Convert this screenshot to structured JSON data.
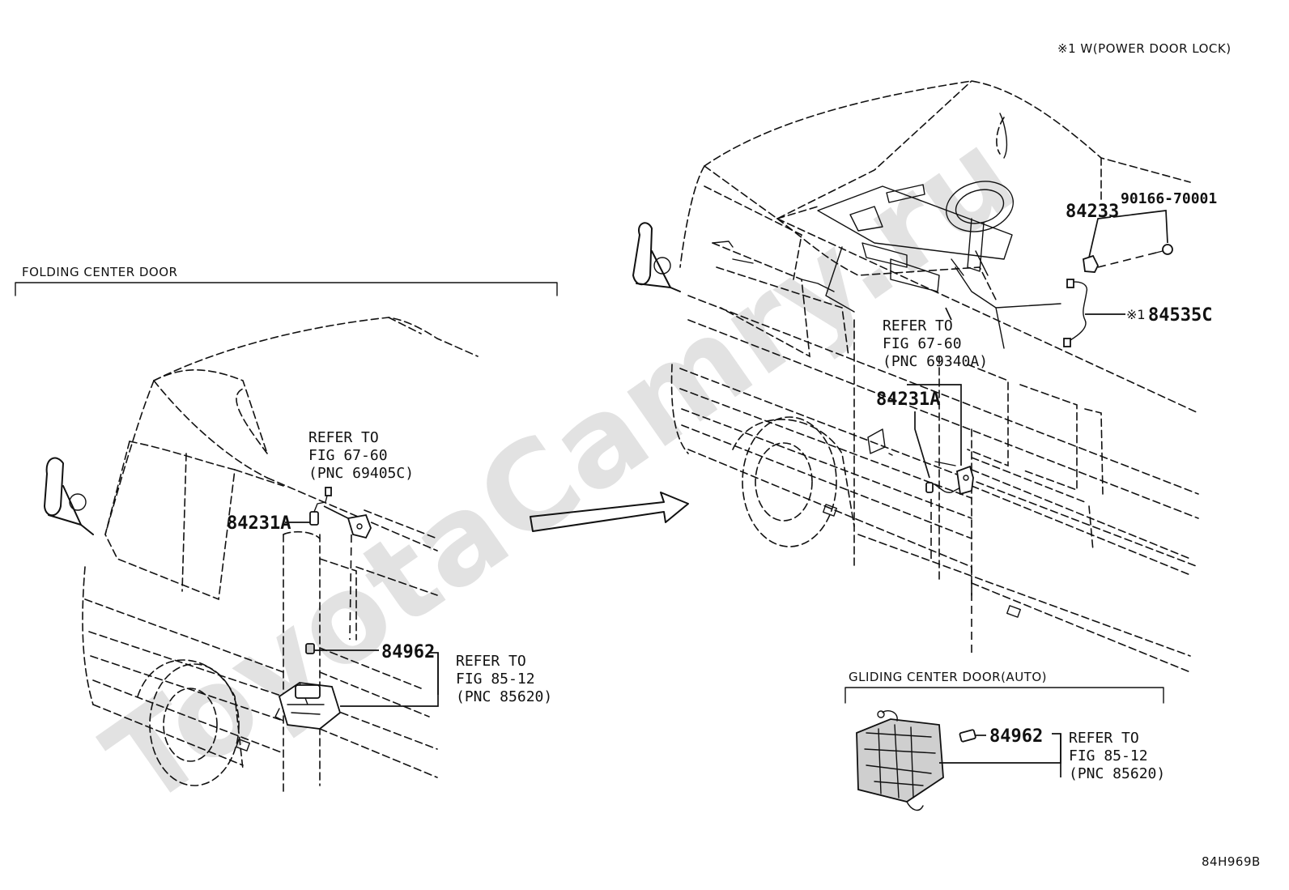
{
  "watermark": "ToyotaCamry.ru",
  "note": "※1 W(POWER DOOR LOCK)",
  "figure_id": "84H969B",
  "sections": {
    "folding": "FOLDING CENTER DOOR",
    "gliding": "GLIDING CENTER DOOR(AUTO)"
  },
  "parts": {
    "p84233": "84233",
    "p90166": "90166-70001",
    "p84535c": "84535C",
    "p84535c_mark": "※1",
    "p84231a_left": "84231A",
    "p84231a_right": "84231A",
    "p84962_left": "84962",
    "p84962_right": "84962"
  },
  "refs": {
    "ref_69405c": {
      "line1": "REFER TO",
      "line2": "FIG 67-60",
      "line3": "(PNC 69405C)"
    },
    "ref_69340a": {
      "line1": "REFER TO",
      "line2": "FIG 67-60",
      "line3": "(PNC 69340A)"
    },
    "ref_85620_left": {
      "line1": "REFER TO",
      "line2": "FIG 85-12",
      "line3": "(PNC 85620)"
    },
    "ref_85620_right": {
      "line1": "REFER TO",
      "line2": "FIG 85-12",
      "line3": "(PNC 85620)"
    }
  }
}
